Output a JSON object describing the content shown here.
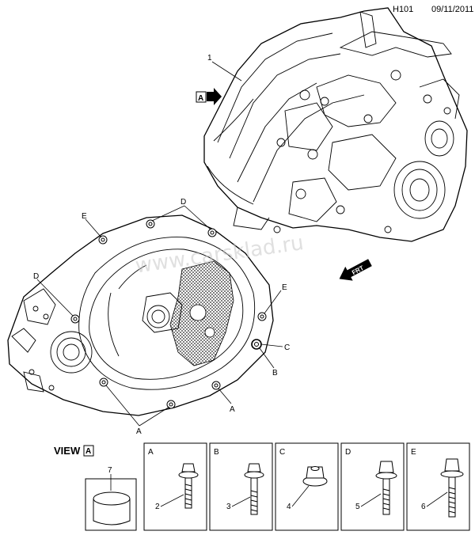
{
  "header": {
    "code": "H101",
    "date": "09/11/2011"
  },
  "watermark": "www.carsklad.ru",
  "arrows": {
    "view_a": "A",
    "front": "FRT"
  },
  "callouts": {
    "assembly": "1",
    "e_top": "E",
    "d_top": "D",
    "d_left": "D",
    "e_right": "E",
    "c_right": "C",
    "b_right": "B",
    "a_bottom_right": "A",
    "a_bottom": "A"
  },
  "view": {
    "label": "VIEW",
    "letter": "A"
  },
  "parts": [
    {
      "box": "",
      "number": "7",
      "icon": "bushing-icon"
    },
    {
      "box": "A",
      "number": "2",
      "icon": "bolt-icon"
    },
    {
      "box": "B",
      "number": "3",
      "icon": "bolt-icon"
    },
    {
      "box": "C",
      "number": "4",
      "icon": "nut-icon"
    },
    {
      "box": "D",
      "number": "5",
      "icon": "bolt-icon"
    },
    {
      "box": "E",
      "number": "6",
      "icon": "bolt-icon"
    }
  ]
}
